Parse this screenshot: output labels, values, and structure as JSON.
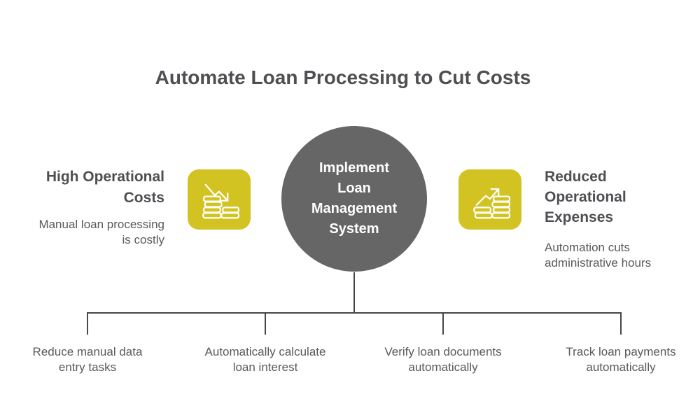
{
  "title": "Automate Loan Processing to Cut Costs",
  "center": {
    "text": "Implement\nLoan\nManagement\nSystem"
  },
  "left_section": {
    "heading": "High Operational\nCosts",
    "description": "Manual loan processing\nis costly",
    "icon": "coins-declining-chart-icon"
  },
  "right_section": {
    "heading": "Reduced\nOperational\nExpenses",
    "description": "Automation cuts\nadministrative hours",
    "icon": "coins-rising-chart-icon"
  },
  "bottom_items": [
    {
      "label": "Reduce manual data\nentry tasks"
    },
    {
      "label": "Automatically calculate\nloan interest"
    },
    {
      "label": "Verify loan documents\nautomatically"
    },
    {
      "label": "Track loan payments\nautomatically"
    }
  ],
  "colors": {
    "accent_yellow": "#d3c322",
    "circle_gray": "#666666",
    "heading_text": "#4d4f52",
    "body_text": "#595959",
    "connector_line": "#474747",
    "icon_stroke": "#ffffff"
  }
}
